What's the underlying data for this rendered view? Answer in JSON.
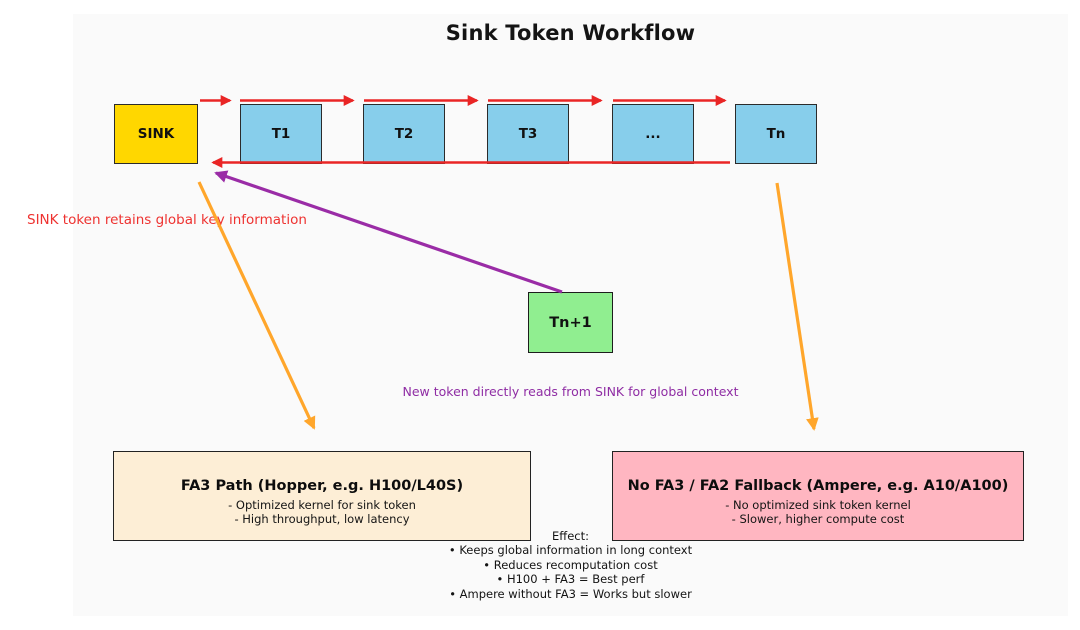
{
  "figure": {
    "title": "Sink Token Workflow",
    "background_color": "#fafafa"
  },
  "tokens": {
    "sink": {
      "label": "SINK",
      "color": "#ffd700"
    },
    "sequence": [
      {
        "label": "T1"
      },
      {
        "label": "T2"
      },
      {
        "label": "T3"
      },
      {
        "label": "..."
      },
      {
        "label": "Tn"
      }
    ],
    "sequence_color": "#87ceeb",
    "new_token": {
      "label": "Tn+1",
      "color": "#90ee90"
    }
  },
  "annotations": {
    "sink_note": {
      "text": "SINK token retains global key information",
      "color": "#ee3230"
    },
    "new_token_note": {
      "text": "New token directly reads from SINK for global context",
      "color": "#8f2da4"
    }
  },
  "arrows": {
    "forward_flow_color": "#e92525",
    "sink_read_color": "#9a2ca6",
    "hardware_path_color": "#ffa62b"
  },
  "boxes": {
    "fa3": {
      "title": "FA3 Path (Hopper, e.g. H100/L40S)",
      "lines": [
        "- Optimized kernel for sink token",
        "- High throughput, low latency"
      ],
      "color": "#fdeed6"
    },
    "fallback": {
      "title": "No FA3 / FA2 Fallback (Ampere, e.g. A10/A100)",
      "lines": [
        "- No optimized sink token kernel",
        "- Slower, higher compute cost"
      ],
      "color": "#ffb6c1"
    }
  },
  "effect": {
    "heading": "Effect:",
    "lines": [
      "• Keeps global information in long context",
      "• Reduces recomputation cost",
      "• H100 + FA3 = Best perf",
      "• Ampere without FA3 = Works but slower"
    ]
  }
}
